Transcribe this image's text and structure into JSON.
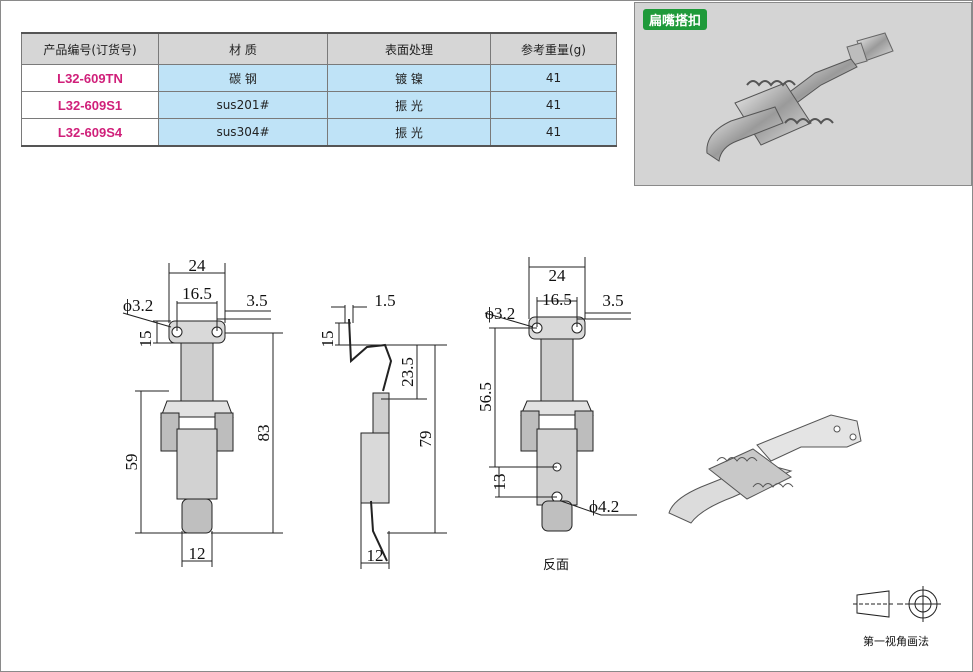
{
  "table": {
    "headers": [
      "产品编号(订货号)",
      "材 质",
      "表面处理",
      "参考重量(g)"
    ],
    "rows": [
      {
        "code": "L32-609TN",
        "material": "碳 钢",
        "finish": "镀 镍",
        "weight": "41"
      },
      {
        "code": "L32-609S1",
        "material": "sus201#",
        "finish": "振 光",
        "weight": "41"
      },
      {
        "code": "L32-609S4",
        "material": "sus304#",
        "finish": "振 光",
        "weight": "41"
      }
    ]
  },
  "photo": {
    "tag": "扁嘴搭扣"
  },
  "front_view": {
    "d24": "24",
    "d165": "16.5",
    "d35": "3.5",
    "phi32": "ϕ3.2",
    "d15": "15",
    "d59": "59",
    "d83": "83",
    "d12": "12"
  },
  "side_view": {
    "d15": "1.5",
    "v15": "15",
    "d235": "23.5",
    "d79": "79",
    "d12": "12"
  },
  "back_view": {
    "d24": "24",
    "d165": "16.5",
    "d35": "3.5",
    "phi32": "ϕ3.2",
    "d565": "56.5",
    "d13": "13",
    "phi42": "ϕ4.2",
    "label": "反面"
  },
  "projection_label": "第一视角画法",
  "colors": {
    "code": "#d0207a",
    "cell": "#bfe3f7",
    "header": "#d6d6d6",
    "tag": "#1f9a3a"
  }
}
